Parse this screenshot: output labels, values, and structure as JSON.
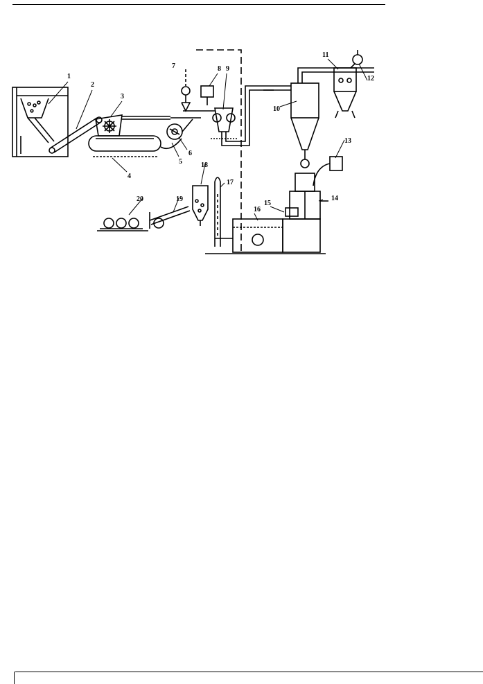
{
  "labels": {
    "l1": "1",
    "l2": "2",
    "l3": "3",
    "l4": "4",
    "l5": "5",
    "l6": "6",
    "l7": "7",
    "l8": "8",
    "l9": "9",
    "l10": "10",
    "l11": "11",
    "l12": "12",
    "l13": "13",
    "l14": "14",
    "l15": "15",
    "l16": "16",
    "l17": "17",
    "l18": "18",
    "l19": "19",
    "l20": "20"
  },
  "colors": {
    "ink": "#000000",
    "paper": "#ffffff"
  }
}
